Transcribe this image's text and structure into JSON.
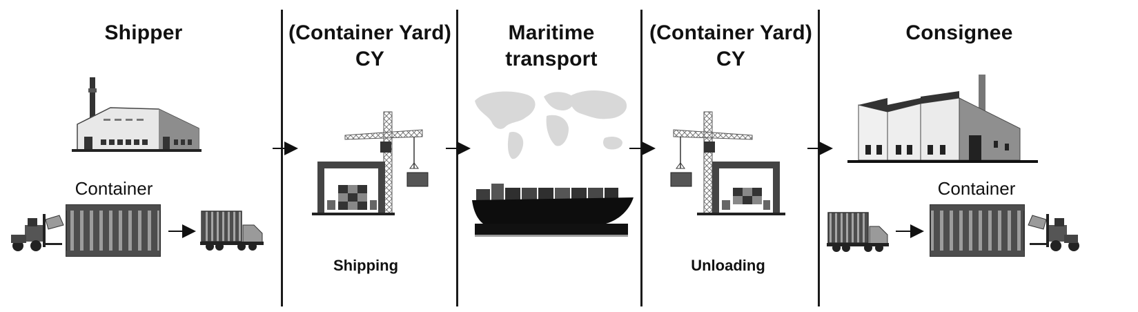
{
  "stages": {
    "shipper": {
      "title": "Shipper",
      "container_label": "Container"
    },
    "cy_out": {
      "title_line1": "(Container Yard)",
      "title_line2": "CY",
      "caption": "Shipping"
    },
    "maritime": {
      "title_line1": "Maritime",
      "title_line2": "transport"
    },
    "cy_in": {
      "title_line1": "(Container Yard)",
      "title_line2": "CY",
      "caption": "Unloading"
    },
    "consignee": {
      "title": "Consignee",
      "container_label": "Container"
    }
  },
  "icons": [
    "warehouse-icon",
    "forklift-icon",
    "container-icon",
    "truck-icon",
    "crane-icon",
    "world-map-icon",
    "cargo-ship-icon",
    "factory-icon",
    "arrow-right-icon"
  ],
  "colors": {
    "line": "#1a1a1a",
    "container": "#4a4a4a",
    "container_ribs": "#9a9a9a",
    "ship_hull": "#0d0d0d"
  }
}
